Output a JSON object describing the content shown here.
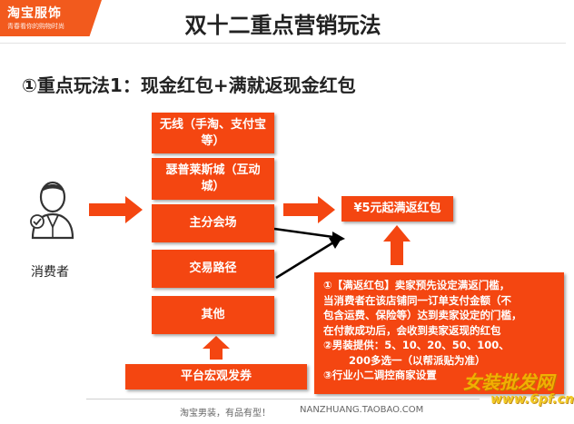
{
  "header": {
    "logo_line1": "淘宝服饰",
    "logo_line2": "青春看你的购物时尚",
    "title": "双十二重点营销玩法",
    "subtitle": "①重点玩法1：现金红包+满就返现金红包"
  },
  "consumer": {
    "label": "消费者",
    "icon": "user-icon"
  },
  "channels": [
    {
      "label": "无线（手淘、支付宝等）"
    },
    {
      "label": "瑟普莱斯城（互动城）"
    },
    {
      "label": "主分会场"
    },
    {
      "label": "交易路径"
    },
    {
      "label": "其他"
    }
  ],
  "platform_button": {
    "label": "平台宏观发券"
  },
  "reward_box": {
    "label": "¥5元起满返红包"
  },
  "rules": {
    "lines": [
      "①【满返红包】卖家预先设定满返门槛，",
      "当消费者在该店铺同一订单支付金额（不",
      "包含运费、保险等）达到卖家设定的门槛，",
      "在付款成功后，会收到卖家返现的红包",
      "②男装提供：5、10、20、50、100、",
      "200多选一（以帮派贴为准）",
      "③行业小二调控商家设置"
    ]
  },
  "footer": {
    "left": "淘宝男装，有品有型！",
    "right": "NANZHUANG.TAOBAO.COM"
  },
  "watermark": {
    "line1": "女装批发网",
    "line2": "www.6pf.cn"
  },
  "colors": {
    "accent": "#f44611",
    "logo_bg": "#f25a1d"
  }
}
